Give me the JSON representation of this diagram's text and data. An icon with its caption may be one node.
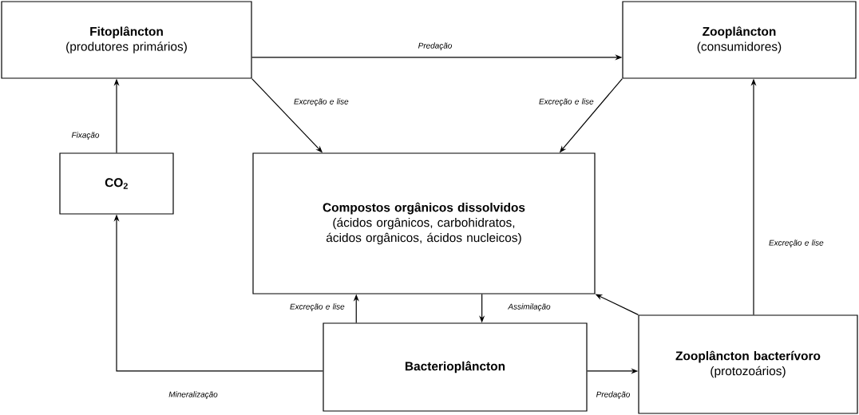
{
  "diagram": {
    "nodes": [
      {
        "text": [
          "Fitoplâncton",
          "(produtores primários)"
        ]
      },
      {
        "text": [
          "Zooplâncton",
          "(consumidores)"
        ]
      },
      {
        "text": [
          "Compostos orgânicos dissolvidos",
          "(ácidos orgânicos, carbohidratos, ácidos orgânicos, ácidos nucleicos)"
        ]
      },
      {
        "text": [
          "CO$_{2}$"
        ]
      },
      {
        "text": [
          "Bacterioplâncton"
        ]
      },
      {
        "text": [
          "Zooplâncton bacterívoro",
          "(protozoários)"
        ]
      }
    ],
    "edges": [
      {
        "from": 0,
        "to": 1,
        "arrow": "to",
        "label": "Predação"
      },
      {
        "from": 0,
        "to": 2,
        "arrow": "to",
        "label": "Excreção e lise"
      },
      {
        "from": 1,
        "to": 2,
        "arrow": "to",
        "label": "Excreção e lise"
      },
      {
        "from": 3,
        "to": 0,
        "arrow": "to",
        "label": "Fixação"
      },
      {
        "from": 4,
        "to": 2,
        "arrow": "to",
        "label": "Excreção e lise"
      },
      {
        "from": 2,
        "to": 4,
        "arrow": "to",
        "label": "Assimilação"
      },
      {
        "from": 5,
        "to": 2,
        "arrow": "to"
      },
      {
        "from": 5,
        "to": 1,
        "arrow": "to",
        "label": "Excreção e lise"
      },
      {
        "from": 4,
        "to": 3,
        "arrow": "to",
        "label": "Mineralização"
      },
      {
        "from": 4,
        "to": 5,
        "arrow": "to",
        "label": "Predação"
      }
    ]
  }
}
